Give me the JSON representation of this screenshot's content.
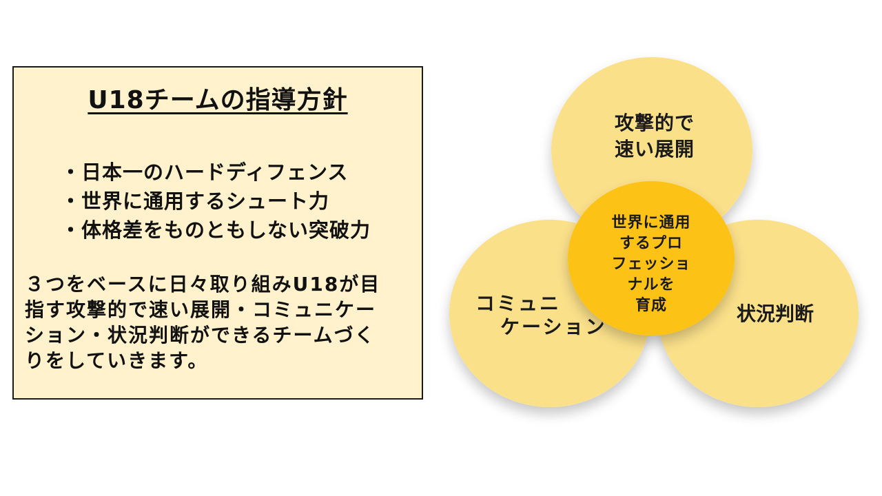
{
  "textbox": {
    "title": "U18チームの指導方針",
    "bullets": [
      "・日本一のハードディフェンス",
      "・世界に通用するシュート力",
      "・体格差をものともしない突破力"
    ],
    "paragraph_lines": [
      "３つをベースに日々取り組みU18が目",
      "指す攻撃的で速い展開・コミュニケー",
      "ション・状況判断ができるチームづく",
      "りをしていきます。"
    ]
  },
  "diagram": {
    "colors": {
      "outer_circle": "#fbe08a",
      "center_circle": "#fcc318",
      "box_background": "#fff2cc"
    },
    "top_circle": {
      "lines": [
        "攻撃的で",
        "速い展開"
      ]
    },
    "left_circle": {
      "lines": [
        "コミュニ",
        "ケーション"
      ]
    },
    "right_circle": {
      "lines": [
        "状況判断"
      ]
    },
    "center_circle": {
      "lines": [
        "世界に通用",
        "するプロ",
        "フェッショ",
        "ナルを",
        "育成"
      ]
    }
  }
}
